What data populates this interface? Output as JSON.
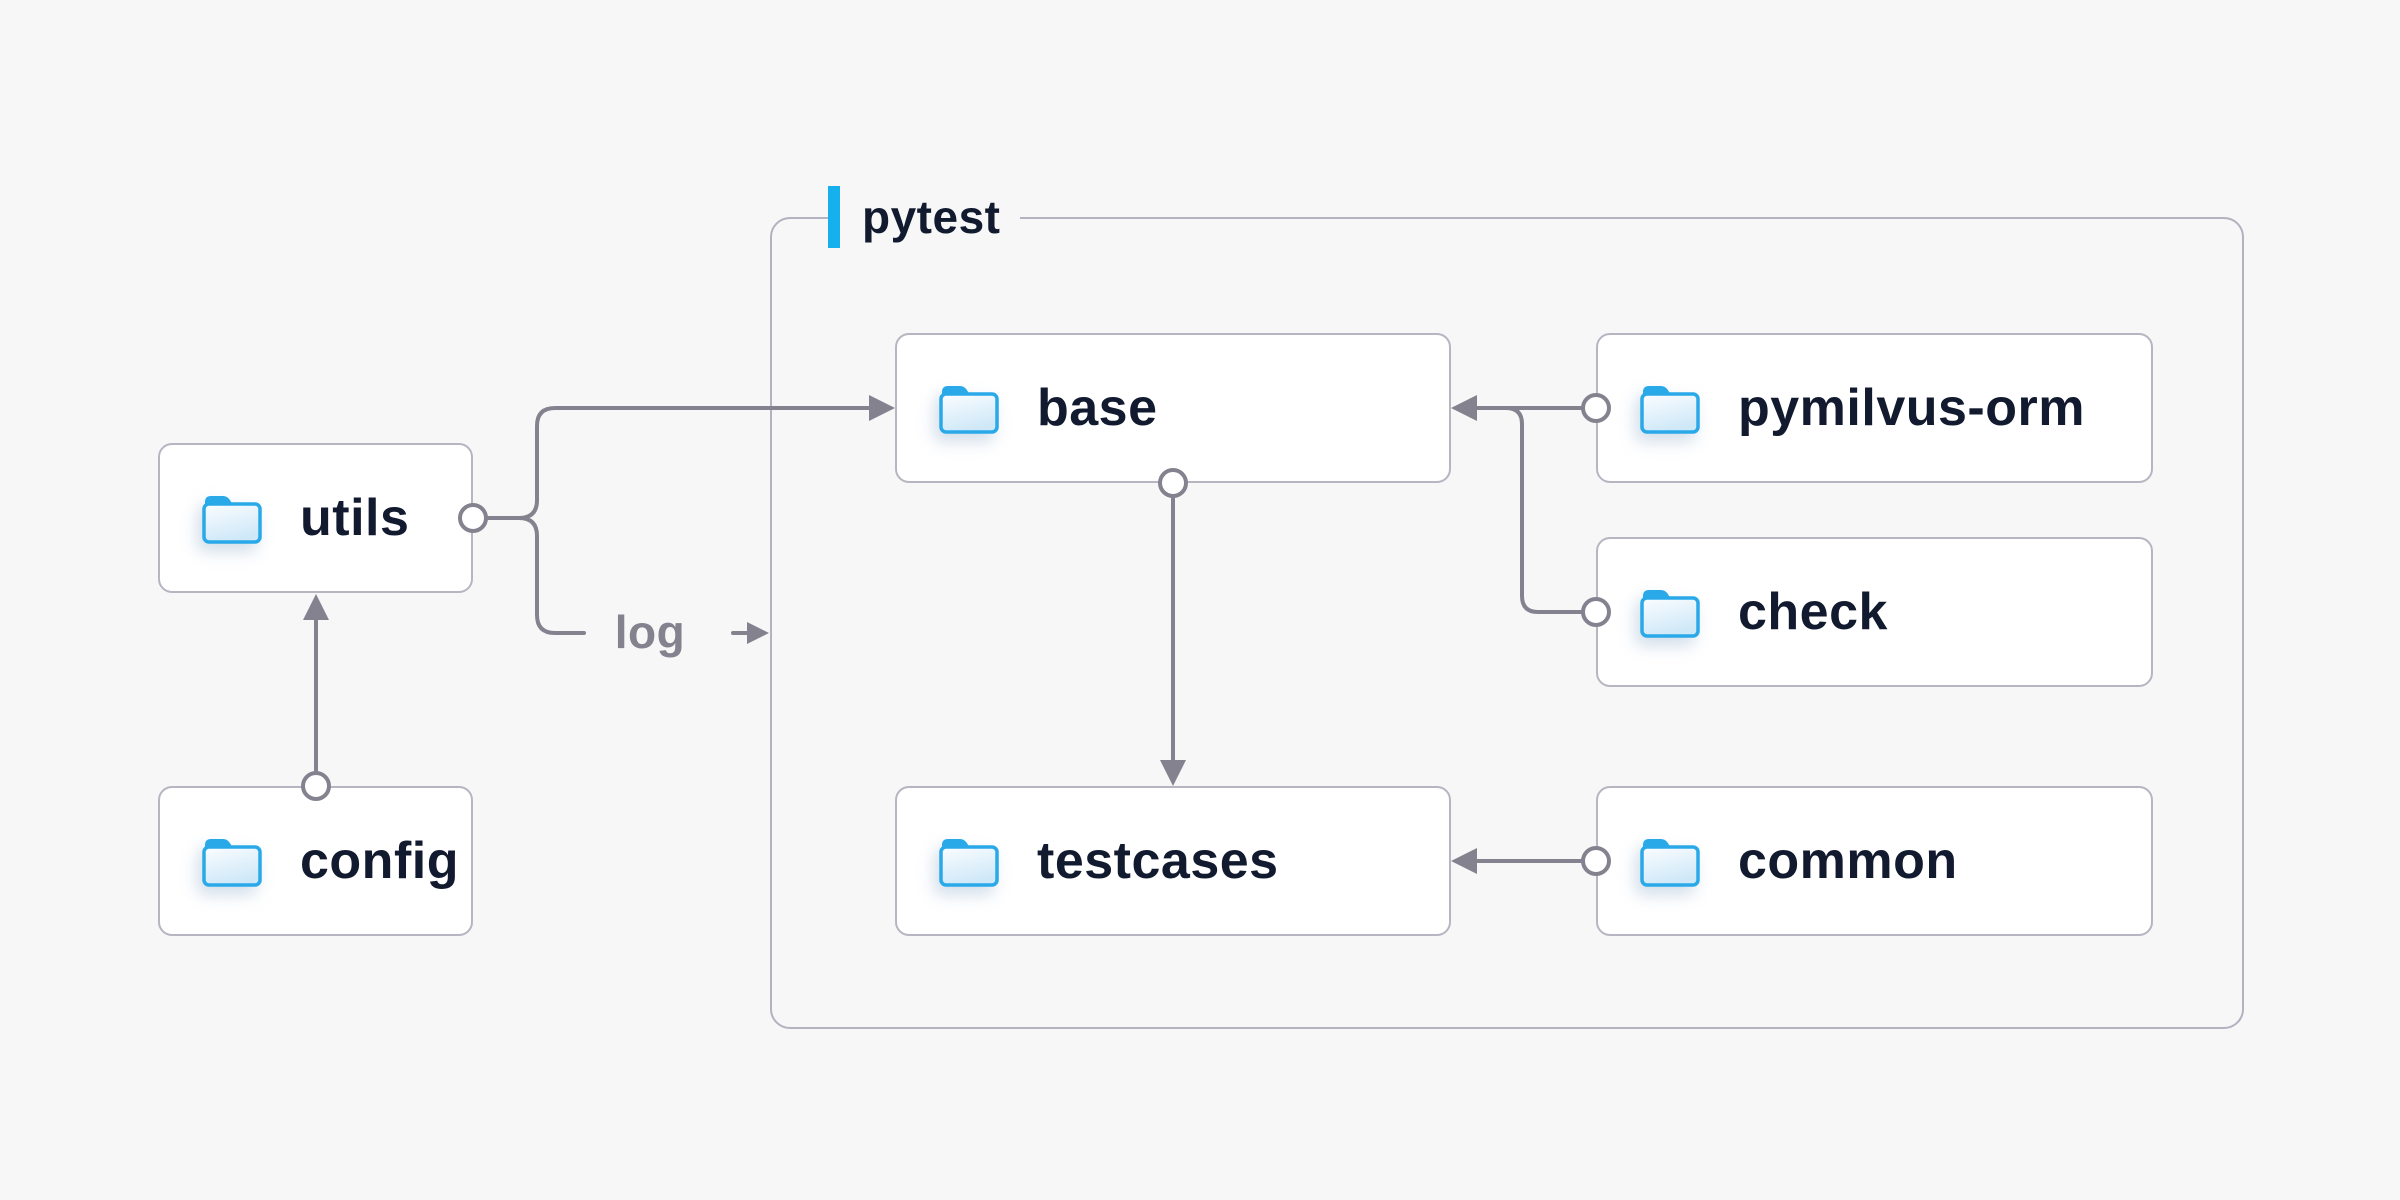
{
  "diagram": {
    "container": {
      "label": "pytest"
    },
    "nodes": [
      {
        "id": "utils",
        "label": "utils"
      },
      {
        "id": "config",
        "label": "config"
      },
      {
        "id": "base",
        "label": "base"
      },
      {
        "id": "pymilvus_orm",
        "label": "pymilvus-orm"
      },
      {
        "id": "check",
        "label": "check"
      },
      {
        "id": "testcases",
        "label": "testcases"
      },
      {
        "id": "common",
        "label": "common"
      }
    ],
    "edges": [
      {
        "from": "config",
        "to": "utils",
        "label": ""
      },
      {
        "from": "utils",
        "to": "base",
        "label": ""
      },
      {
        "from": "utils",
        "to": "pytest",
        "label": "log"
      },
      {
        "from": "pymilvus-orm",
        "to": "base",
        "label": ""
      },
      {
        "from": "check",
        "to": "base",
        "label": ""
      },
      {
        "from": "base",
        "to": "testcases",
        "label": ""
      },
      {
        "from": "common",
        "to": "testcases",
        "label": ""
      }
    ],
    "colors": {
      "background": "#f7f7f8",
      "node_fill": "#ffffff",
      "node_border": "#b6b5c2",
      "container_border": "#b3b2c0",
      "connector": "#83828e",
      "accent": "#17b0ef",
      "folder_blue": "#2aa9e9",
      "text": "#111a2e",
      "edge_label_text": "#83828e"
    }
  }
}
